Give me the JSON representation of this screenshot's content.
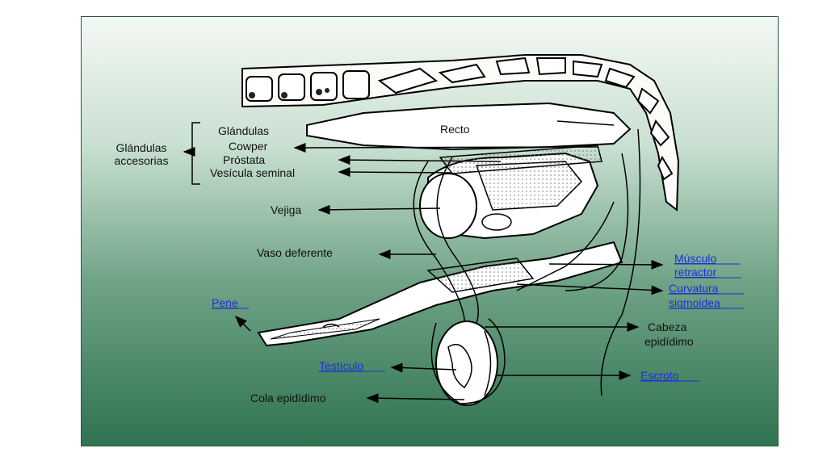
{
  "colors": {
    "link": "#1a2fd8",
    "panel_top": "#f4f8f5",
    "panel_bottom": "#2f7350"
  },
  "group_label": {
    "line1": "Glándulas",
    "line2": "accesorias"
  },
  "labels": {
    "glandulas": "Glándulas",
    "cowper": "Cowper",
    "prostata": "Próstata",
    "vesicula": "Vesícula seminal",
    "recto": "Recto",
    "vejiga": "Vejiga",
    "vaso": "Vaso deferente",
    "cabeza1": "Cabeza",
    "cabeza2": "epidídimo",
    "cola": "Cola epidídimo"
  },
  "links": {
    "musculo1": "Músculo",
    "musculo2": "retractor",
    "curvatura1": "Curvatura",
    "curvatura2": "sigmoidea",
    "pene": "Pene",
    "testiculo": "Testículo",
    "escroto": "Escroto"
  }
}
